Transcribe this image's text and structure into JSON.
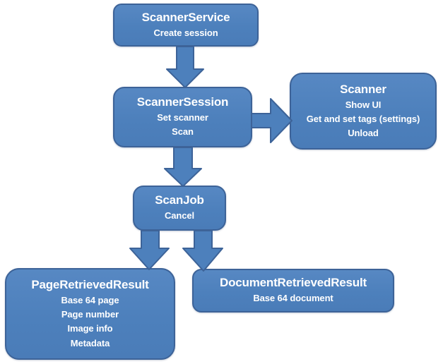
{
  "diagram": {
    "description": "Scanner API object flow diagram",
    "colors": {
      "background": "#ffffff",
      "box_fill": "#4d80bc",
      "box_fill_light": "#5788c3",
      "box_border": "#3d6398",
      "text": "#ffffff"
    },
    "nodes": [
      {
        "id": "scanner-service",
        "title": "ScannerService",
        "lines": [
          "Create session"
        ]
      },
      {
        "id": "scanner-session",
        "title": "ScannerSession",
        "lines": [
          "Set scanner",
          "Scan"
        ]
      },
      {
        "id": "scanner",
        "title": "Scanner",
        "lines": [
          "Show UI",
          "Get and set tags (settings)",
          "Unload"
        ]
      },
      {
        "id": "scan-job",
        "title": "ScanJob",
        "lines": [
          "Cancel"
        ]
      },
      {
        "id": "page-retrieved-result",
        "title": "PageRetrievedResult",
        "lines": [
          "Base 64 page",
          "Page number",
          "Image info",
          "Metadata"
        ]
      },
      {
        "id": "document-retrieved-result",
        "title": "DocumentRetrievedResult",
        "lines": [
          "Base 64 document"
        ]
      }
    ],
    "edges": [
      {
        "from": "scanner-service",
        "to": "scanner-session",
        "direction": "down"
      },
      {
        "from": "scanner-session",
        "to": "scanner",
        "direction": "right"
      },
      {
        "from": "scanner-session",
        "to": "scan-job",
        "direction": "down"
      },
      {
        "from": "scan-job",
        "to": "page-retrieved-result",
        "direction": "down"
      },
      {
        "from": "scan-job",
        "to": "document-retrieved-result",
        "direction": "down"
      }
    ]
  }
}
